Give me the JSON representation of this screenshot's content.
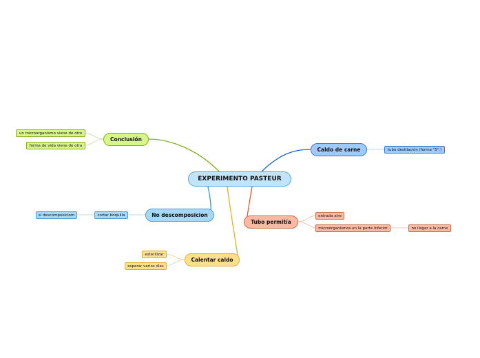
{
  "root": {
    "label": "EXPERIMENTO PASTEUR"
  },
  "branches": {
    "conclusion": {
      "label": "Conclusión",
      "color": "#d8f48a",
      "children": [
        "un microorganismo viene de otro",
        "forma de vida viene de otra"
      ]
    },
    "caldo_carne": {
      "label": "Caldo de carne",
      "color": "#9fcbfb",
      "children": [
        "tubo destilación (forma \"S\".)"
      ]
    },
    "no_descomposicion": {
      "label": "No descomposicion",
      "color": "#a7d8f5",
      "child": "cortar boquilla",
      "grandchild": "si descomposiciom"
    },
    "tubo_permitia": {
      "label": "Tubo permitía",
      "color": "#f9baa4",
      "children": [
        "entrada aire",
        "microorganismos en la parte inferior"
      ],
      "grandchild": "no llegar a la carne"
    },
    "calentar_caldo": {
      "label": "Calentar caldo",
      "color": "#fde08b",
      "children": [
        "esterilizar",
        "esperar varios dias"
      ]
    }
  },
  "edge_colors": {
    "conclusion": "#7fb01f",
    "caldo_carne": "#1f63c4",
    "no_descomposicion": "#2e9bd6",
    "tubo_permitia": "#e05a2a",
    "calentar_caldo": "#e8b020"
  }
}
